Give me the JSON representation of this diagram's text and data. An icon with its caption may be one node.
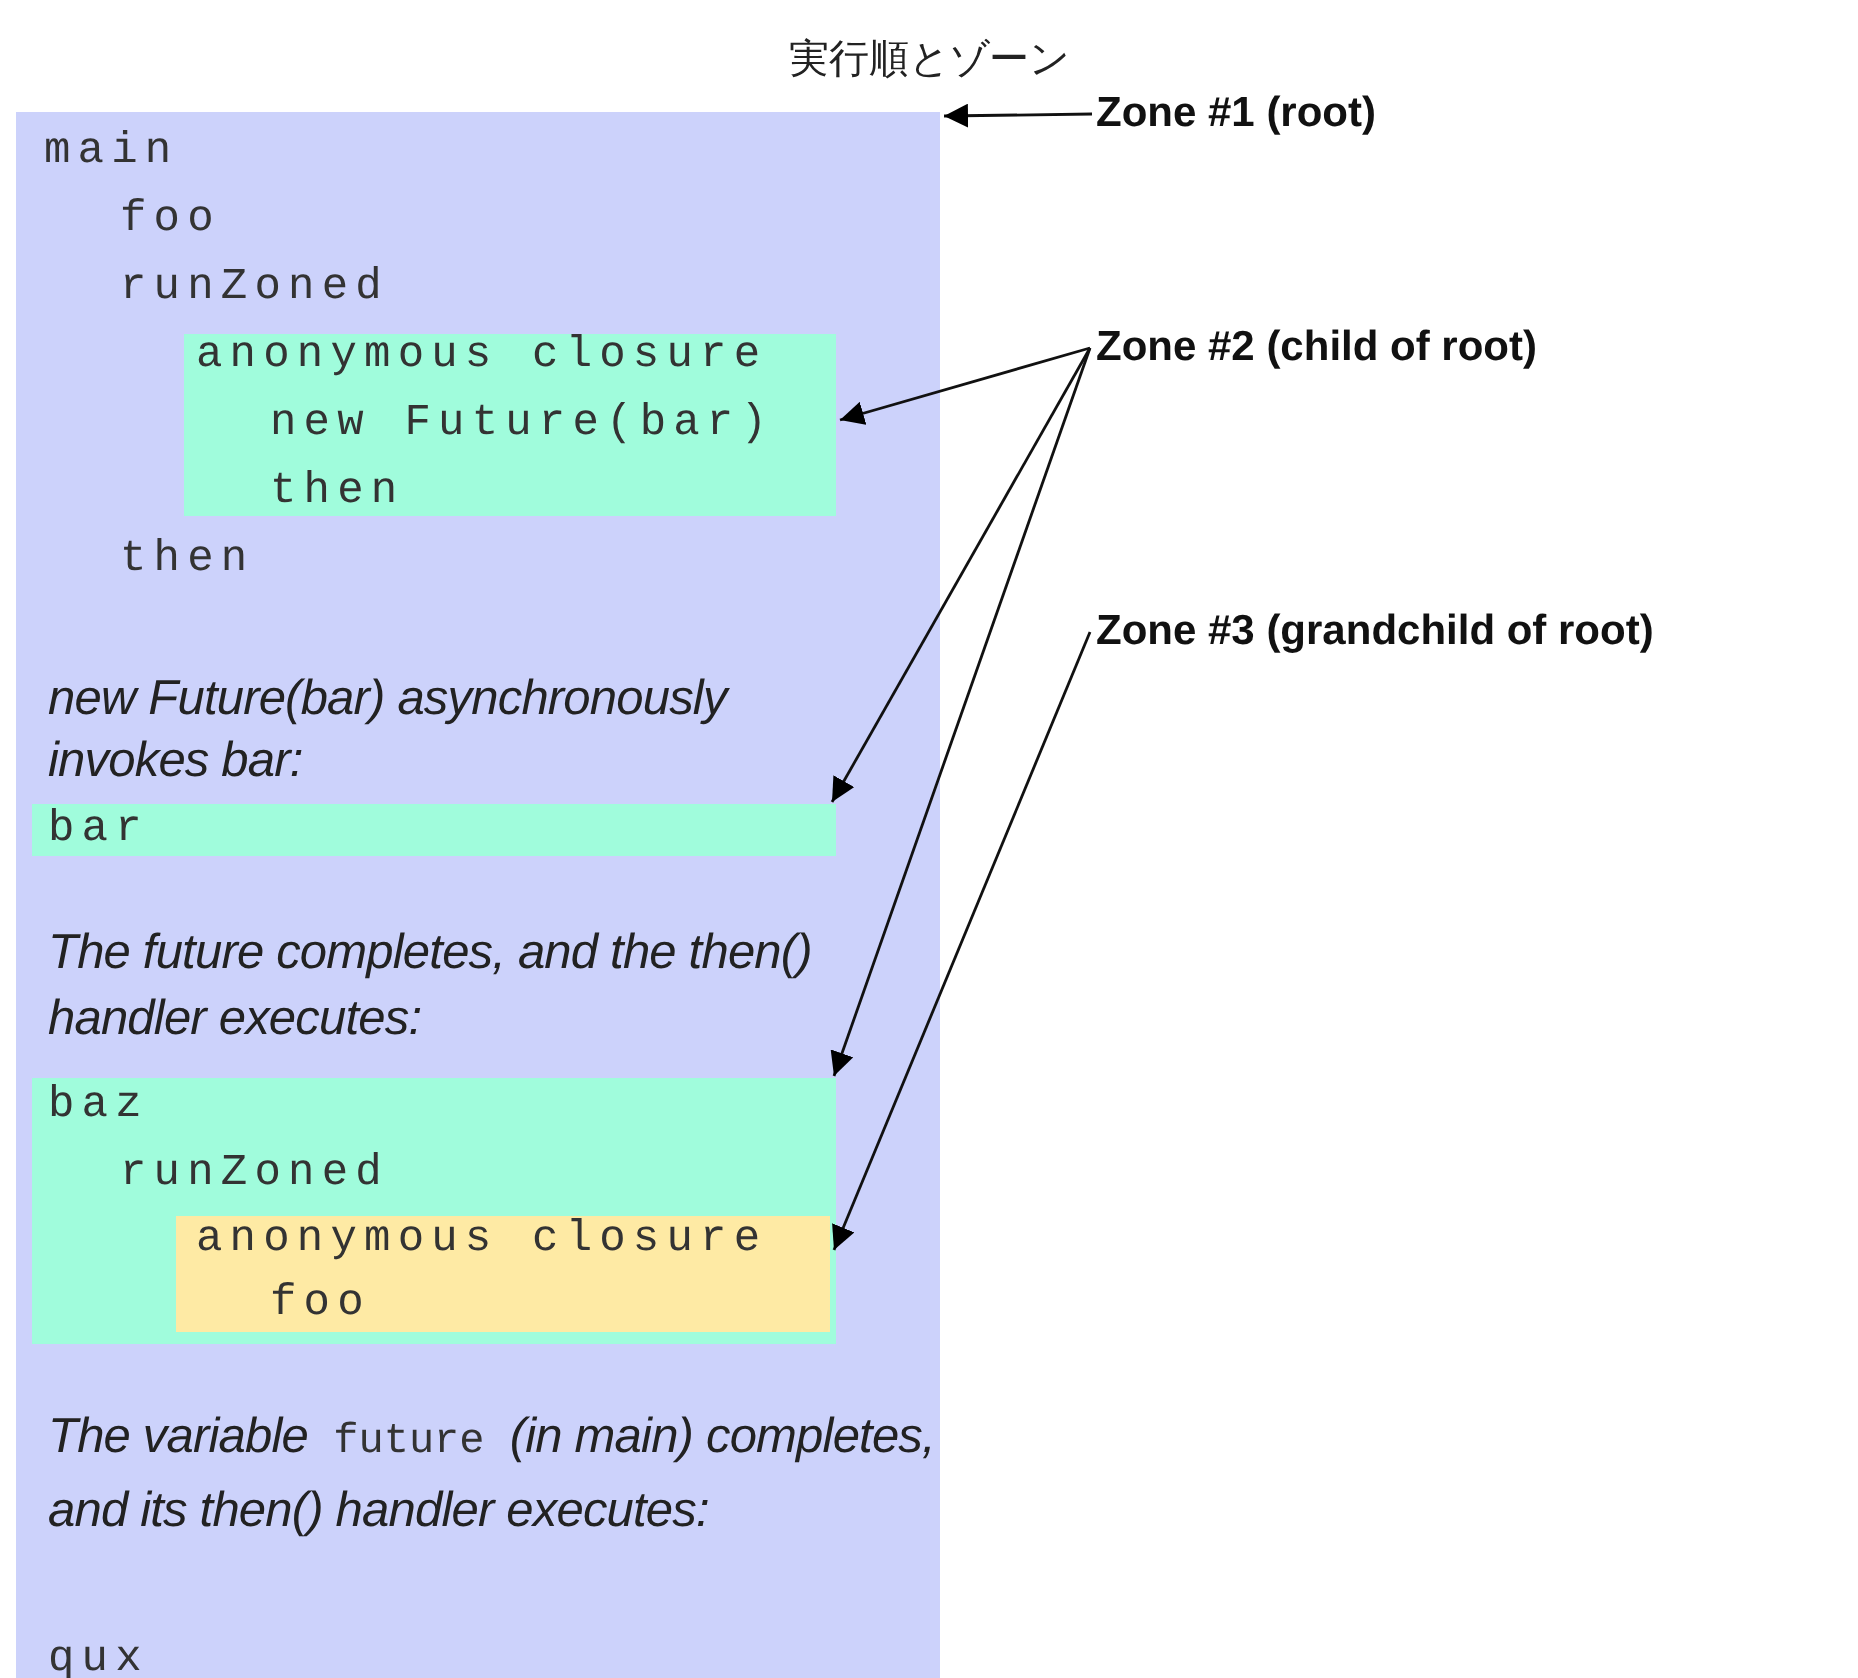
{
  "diagram": {
    "title": "実行順とゾーン",
    "nodes": [
      {
        "text": [
          "main",
          "foo",
          "runZoned",
          "then",
          "*new Future(bar) asynchronously invokes bar:*",
          "*The future completes, and the then() handler executes:*",
          "*The variable* future *(in main) completes, and its then() handler executes:*",
          "qux"
        ]
      },
      {
        "text": [
          "anonymous closure",
          "new Future(bar)",
          "then"
        ],
        "in": 0
      },
      {
        "text": [
          "bar"
        ],
        "in": 0
      },
      {
        "text": [
          "baz",
          "runZoned"
        ],
        "in": 0
      },
      {
        "text": [
          "anonymous closure",
          "foo"
        ],
        "in": 3
      },
      {
        "text": [
          "Zone #1 (root)"
        ]
      },
      {
        "text": [
          "Zone #2 (child of root)"
        ]
      },
      {
        "text": [
          "Zone #3 (grandchild of root)"
        ]
      }
    ],
    "edges": [
      {
        "from": 5,
        "to": 0,
        "arrow": "to"
      },
      {
        "from": 6,
        "to": 1,
        "arrow": "to"
      },
      {
        "from": 6,
        "to": 2,
        "arrow": "to"
      },
      {
        "from": 6,
        "to": 3,
        "arrow": "to"
      },
      {
        "from": 7,
        "to": 4,
        "arrow": "to"
      }
    ]
  }
}
